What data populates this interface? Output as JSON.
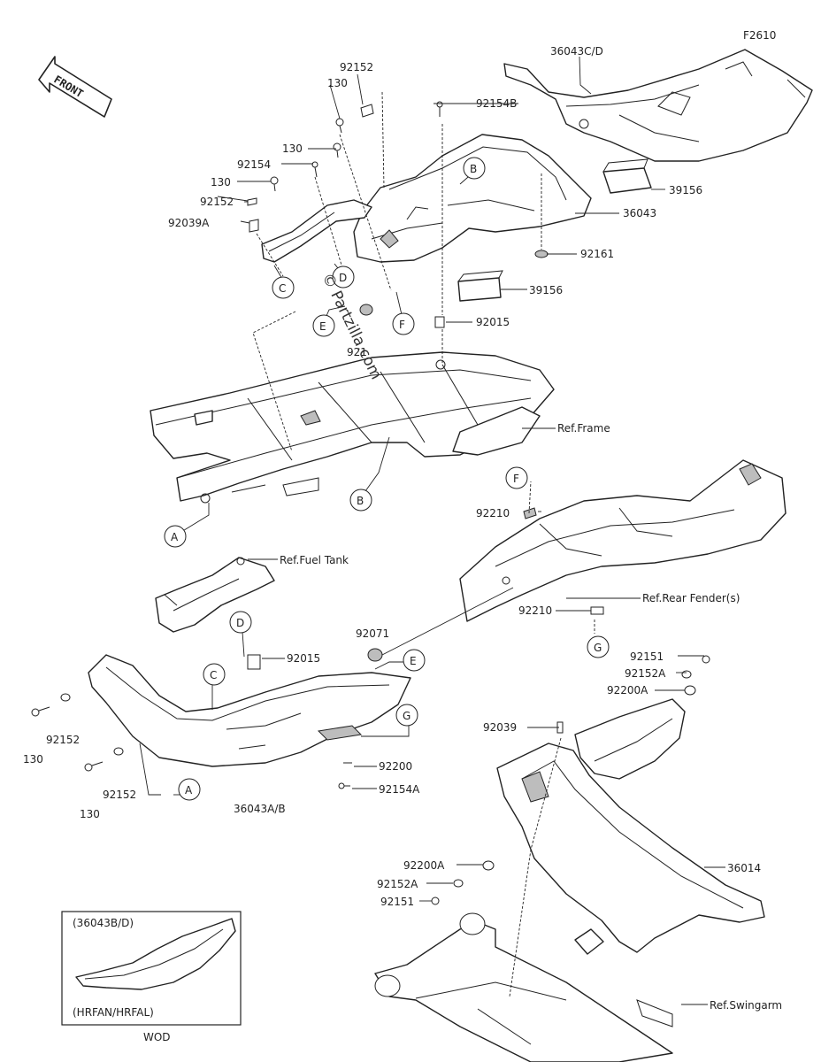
{
  "figure_id": "F2610",
  "front_label": "FRONT",
  "watermark": "© Partzilla.com",
  "inset_top": "(36043B/D)",
  "inset_bottom": "(HRFAN/HRFAL)",
  "inset_caption": "WOD",
  "callouts": {
    "A": "A",
    "B": "B",
    "C": "C",
    "D": "D",
    "E": "E",
    "F": "F",
    "G": "G"
  },
  "parts": {
    "p36043CD": "36043C/D",
    "p92152_top": "92152",
    "p130_top": "130",
    "p92154B": "92154B",
    "p130_b": "130",
    "p92154": "92154",
    "p130_c": "130",
    "p92152_b": "92152",
    "p92039A": "92039A",
    "p39156_a": "39156",
    "p36043": "36043",
    "p92161": "92161",
    "p39156_b": "39156",
    "p92015_a": "92015",
    "p921_partial": "921",
    "ref_frame": "Ref.Frame",
    "ref_fuel_tank": "Ref.Fuel Tank",
    "p92210_a": "92210",
    "ref_rear_fender": "Ref.Rear Fender(s)",
    "p92071": "92071",
    "p92210_b": "92210",
    "p92015_b": "92015",
    "p92151_a": "92151",
    "p92152A_a": "92152A",
    "p92200A_a": "92200A",
    "p92039": "92039",
    "p92152_c": "92152",
    "p130_d": "130",
    "p92152_d": "92152",
    "p130_e": "130",
    "p92200": "92200",
    "p92154A": "92154A",
    "p36043AB": "36043A/B",
    "p36014": "36014",
    "p92200A_b": "92200A",
    "p92152A_b": "92152A",
    "p92151_b": "92151",
    "ref_swingarm": "Ref.Swingarm"
  }
}
